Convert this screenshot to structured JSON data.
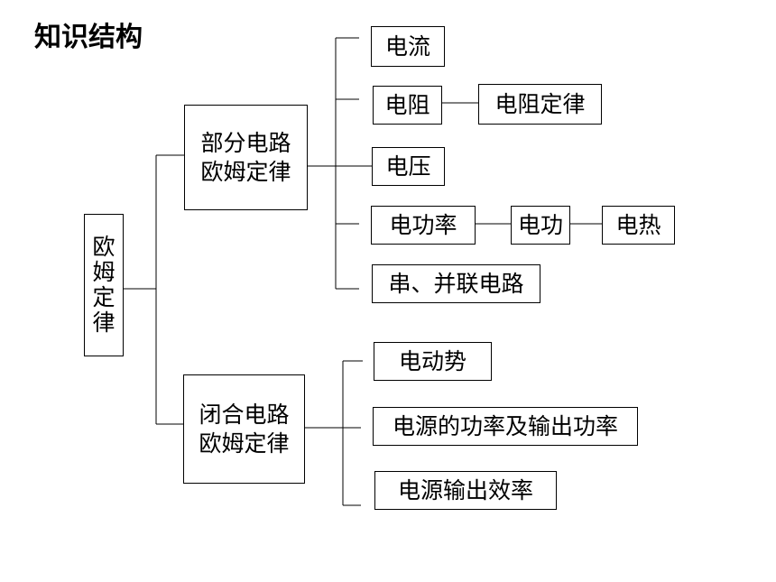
{
  "title": "知识结构",
  "root": [
    "欧",
    "姆",
    "定",
    "律"
  ],
  "part": {
    "label_lines": [
      "部分电路",
      "欧姆定律"
    ],
    "current": "电流",
    "resistance": "电阻",
    "resistance_law": "电阻定律",
    "voltage": "电压",
    "electric_power": "电功率",
    "electric_work": "电功",
    "electric_heat": "电热",
    "series_parallel": "串、并联电路"
  },
  "closed": {
    "label_lines": [
      "闭合电路",
      "欧姆定律"
    ],
    "emf": "电动势",
    "source_power": "电源的功率及输出功率",
    "source_efficiency": "电源输出效率"
  }
}
